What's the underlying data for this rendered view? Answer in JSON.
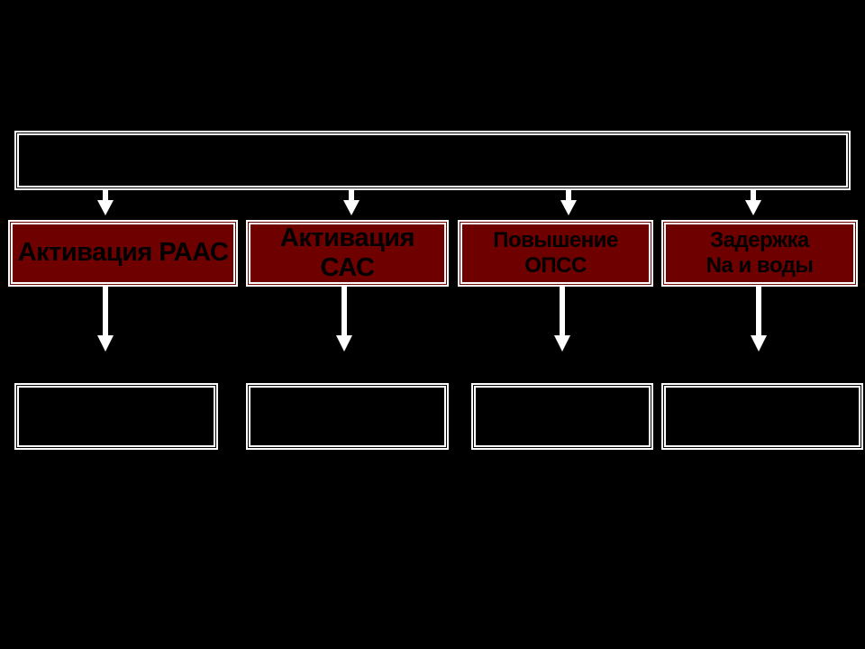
{
  "diagram": {
    "top_box_label": "",
    "middle_boxes": [
      {
        "label": "Активация РААС"
      },
      {
        "label": "Активация САС"
      },
      {
        "label": "Повышение\nОПСС"
      },
      {
        "label": "Задержка\nNa и воды"
      }
    ],
    "bottom_boxes": [
      {
        "label": ""
      },
      {
        "label": ""
      },
      {
        "label": ""
      },
      {
        "label": ""
      }
    ],
    "colors": {
      "background": "#000000",
      "box_border": "#ffffff",
      "middle_fill": "#6e0000",
      "arrow": "#ffffff",
      "middle_text": "#000000"
    }
  }
}
